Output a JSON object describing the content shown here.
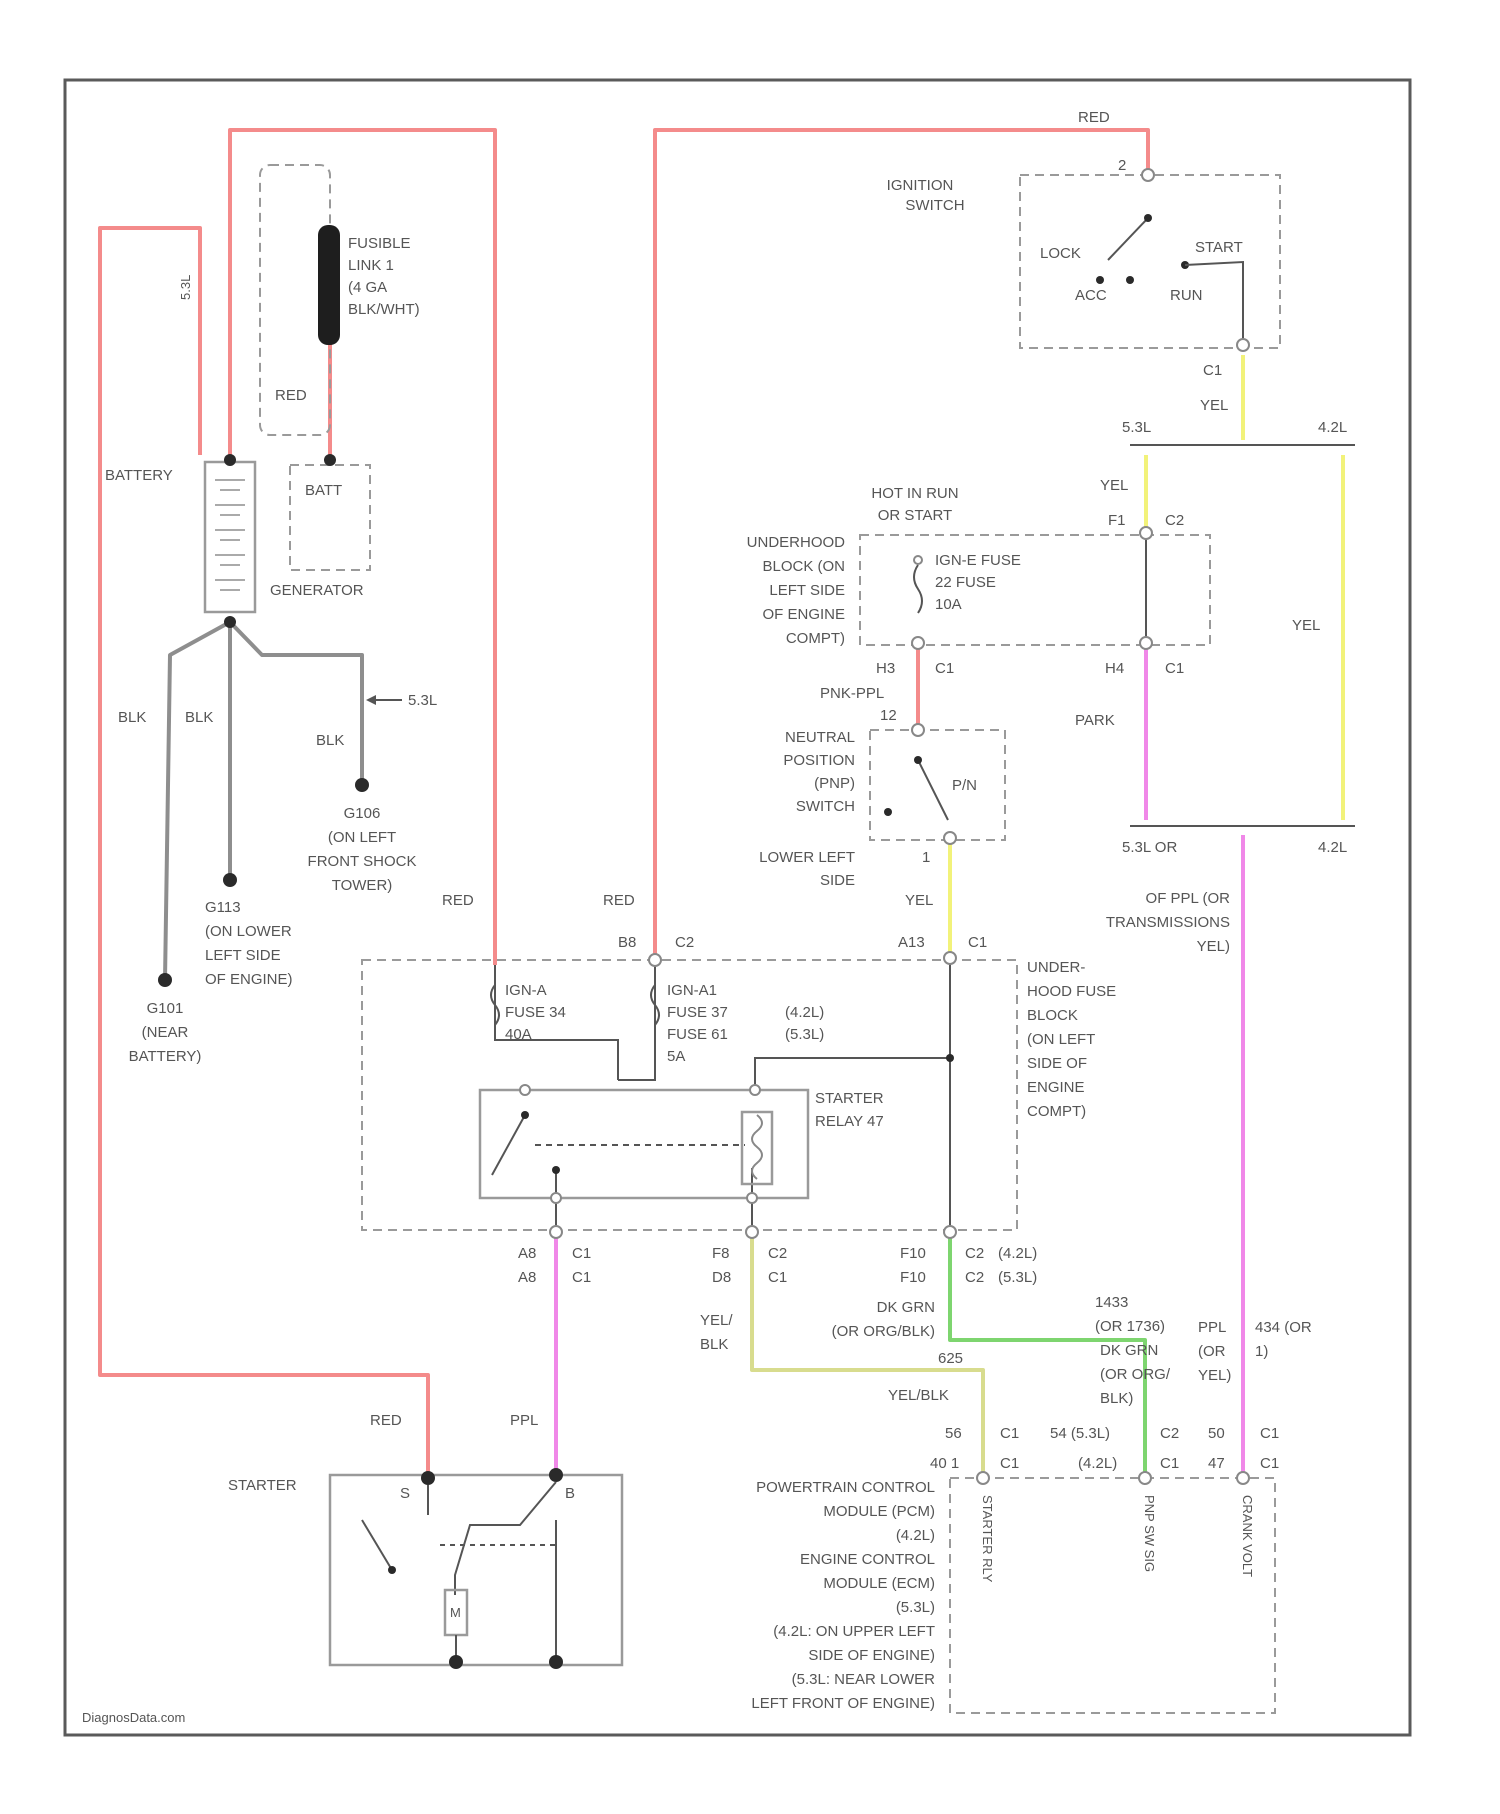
{
  "colors": {
    "red": "#f48b8b",
    "gray": "#8e8e8e",
    "yellow": "#f2f27a",
    "pink": "#f088e8",
    "green": "#7ed56f",
    "yel_blk": "#d8dc8e",
    "black": "#2a2a2a"
  },
  "top": {
    "red": "RED",
    "pin2": "2"
  },
  "ignition": {
    "title": [
      "IGNITION",
      "SWITCH"
    ],
    "lock": "LOCK",
    "start": "START",
    "acc": "ACC",
    "run": "RUN",
    "c1": "C1",
    "yel": "YEL",
    "opt53": "5.3L",
    "opt42": "4.2L"
  },
  "fusible": {
    "lines": [
      "FUSIBLE",
      "LINK 1",
      "(4 GA",
      "BLK/WHT)"
    ]
  },
  "battery_section": {
    "battery": "BATTERY",
    "gen_wire": "RED",
    "side_tag": "5.3L",
    "batt": "BATT",
    "generator": "GENERATOR",
    "blk1": "BLK",
    "blk2": "BLK",
    "blk3": "BLK",
    "opt": "5.3L"
  },
  "grounds": {
    "g106": [
      "G106",
      "(ON LEFT",
      "FRONT SHOCK",
      "TOWER)"
    ],
    "g113": [
      "G113",
      "(ON LOWER",
      "LEFT SIDE",
      "OF ENGINE)"
    ],
    "g101": [
      "G101",
      "(NEAR",
      "BATTERY)"
    ]
  },
  "underhood_block_top": {
    "hot": [
      "HOT IN RUN",
      "OR START"
    ],
    "label": [
      "UNDERHOOD",
      "BLOCK (ON",
      "LEFT SIDE",
      "OF ENGINE",
      "COMPT)"
    ],
    "fuse": [
      "IGN-E FUSE",
      "22 FUSE",
      "10A"
    ],
    "yel_in": "YEL",
    "f1": "F1",
    "c2": "C2",
    "h3": "H3",
    "c1a": "C1",
    "h4": "H4",
    "c1b": "C1",
    "yel_right": "YEL"
  },
  "npn": {
    "wire": "PNK-PPL",
    "pin": "12",
    "label": [
      "NEUTRAL",
      "POSITION",
      "(PNP)",
      "SWITCH"
    ],
    "pn": "P/N",
    "lower": [
      "LOWER LEFT",
      "SIDE"
    ],
    "pin_out": "1",
    "yel": "YEL",
    "park": "PARK"
  },
  "branch": {
    "left": "5.3L OR",
    "right": "4.2L",
    "desc": [
      "OF PPL (OR",
      "TRANSMISSIONS",
      "YEL)"
    ]
  },
  "fuse_block": {
    "red_left": "RED",
    "red_mid": "RED",
    "b8": "B8",
    "c2": "C2",
    "a13": "A13",
    "c1": "C1",
    "fuse_a": [
      "IGN-A",
      "FUSE 34",
      "40A"
    ],
    "fuse_b": [
      "IGN-A1",
      "FUSE 37",
      "FUSE 61",
      "5A"
    ],
    "opt_a": "(4.2L)",
    "opt_b": "(5.3L)",
    "relay": [
      "STARTER",
      "RELAY 47"
    ],
    "label": [
      "UNDER-",
      "HOOD FUSE",
      "BLOCK",
      "(ON LEFT",
      "SIDE OF",
      "ENGINE",
      "COMPT)"
    ]
  },
  "bottom_pins": {
    "a8": "A8",
    "c1": "C1",
    "a8b": "A8",
    "c1b": "C1",
    "f8": "F8",
    "c2": "C2",
    "d8": "D8",
    "c1c": "C1",
    "f10": "F10",
    "c2b": "C2",
    "opt_a": "(4.2L)",
    "f10b": "F10",
    "c2c": "C2",
    "opt_b": "(5.3L)",
    "yel_blk": [
      "YEL/",
      "BLK"
    ],
    "dk_grn": [
      "DK GRN",
      "(OR ORG/BLK)"
    ],
    "wire_625": "625",
    "yel_blk2": "YEL/BLK",
    "wire_1433": [
      "1433",
      "(OR 1736)"
    ],
    "dk_grn2": [
      "DK GRN",
      "(OR ORG/",
      "BLK)"
    ],
    "ppl_r": [
      "PPL",
      "(OR",
      "YEL)"
    ],
    "wire_434": [
      "434 (OR",
      "1)"
    ],
    "ppl": "PPL",
    "red": "RED"
  },
  "pcm_pins": {
    "p56": "56",
    "c1a": "C1",
    "p54": "54 (5.3L)",
    "c2a": "C2",
    "p50": "50",
    "c1b": "C1",
    "p40": "40 1",
    "c1c": "C1",
    "p42": "(4.2L)",
    "c1d": "C1",
    "p47": "47",
    "c1e": "C1"
  },
  "starter": {
    "label": "STARTER",
    "pin_s": "S",
    "pin_b": "B",
    "m": "M"
  },
  "pcm": {
    "label": [
      "POWERTRAIN CONTROL",
      "MODULE (PCM)",
      "(4.2L)",
      "ENGINE CONTROL",
      "MODULE (ECM)",
      "(5.3L)",
      "(4.2L: ON UPPER LEFT",
      "SIDE OF ENGINE)",
      "(5.3L: NEAR LOWER",
      "LEFT FRONT OF ENGINE)"
    ],
    "sig1": "STARTER RLY",
    "sig2": "PNP SW SIG",
    "sig3": "CRANK VOLT"
  },
  "watermark": "DiagnosData.com"
}
